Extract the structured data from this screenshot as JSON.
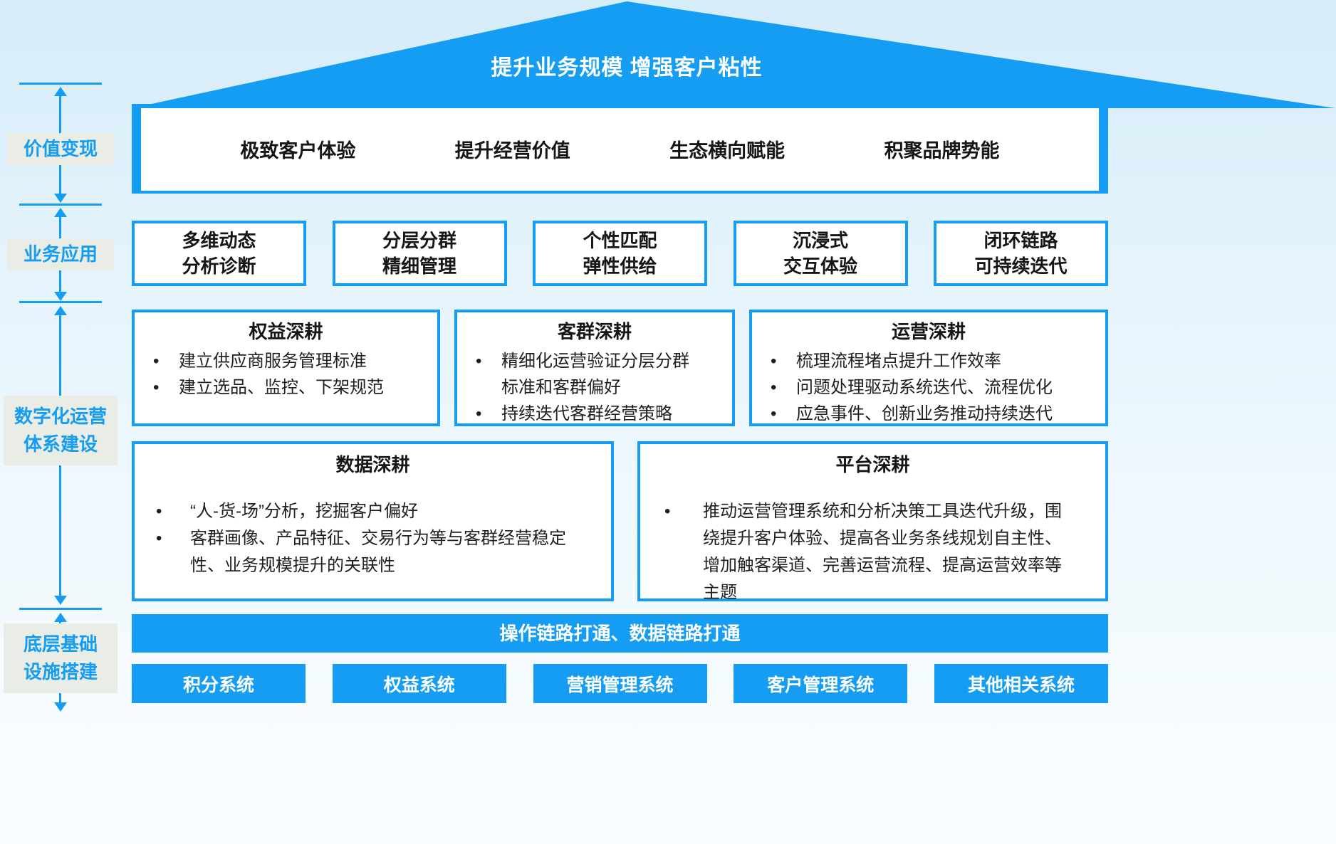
{
  "roof": {
    "title": "提升业务规模 增强客户粘性"
  },
  "left_rail": {
    "labels": [
      {
        "text": "价值变现"
      },
      {
        "text": "业务应用"
      },
      {
        "text": "数字化运营\n体系建设"
      },
      {
        "text": "底层基础\n设施搭建"
      }
    ]
  },
  "value_row": {
    "items": [
      "极致客户体验",
      "提升经营价值",
      "生态横向赋能",
      "积聚品牌势能"
    ]
  },
  "app_row": {
    "items": [
      "多维动态\n分析诊断",
      "分层分群\n精细管理",
      "个性匹配\n弹性供给",
      "沉浸式\n交互体验",
      "闭环链路\n可持续迭代"
    ]
  },
  "cultivation_top": [
    {
      "title": "权益深耕",
      "bullets": [
        "建立供应商服务管理标准",
        "建立选品、监控、下架规范"
      ]
    },
    {
      "title": "客群深耕",
      "bullets": [
        "精细化运营验证分层分群标准和客群偏好",
        "持续迭代客群经营策略"
      ]
    },
    {
      "title": "运营深耕",
      "bullets": [
        "梳理流程堵点提升工作效率",
        "问题处理驱动系统迭代、流程优化",
        "应急事件、创新业务推动持续迭代"
      ]
    }
  ],
  "cultivation_bottom": [
    {
      "title": "数据深耕",
      "bullets": [
        "“人-货-场”分析，挖掘客户偏好",
        "客群画像、产品特征、交易行为等与客群经营稳定性、业务规模提升的关联性"
      ]
    },
    {
      "title": "平台深耕",
      "bullets": [
        "推动运营管理系统和分析决策工具迭代升级，围绕提升客户体验、提高各业务条线规划自主性、增加触客渠道、完善运营流程、提高运营效率等主题"
      ]
    }
  ],
  "foundation": {
    "bar_label": "操作链路打通、数据链路打通",
    "systems": [
      "积分系统",
      "权益系统",
      "营销管理系统",
      "客户管理系统",
      "其他相关系统"
    ]
  },
  "colors": {
    "primary_blue": "#149DF2",
    "rail_label_bg": "#E9EDE6",
    "text_dark": "#161616",
    "box_bg": "#FFFFFF"
  }
}
